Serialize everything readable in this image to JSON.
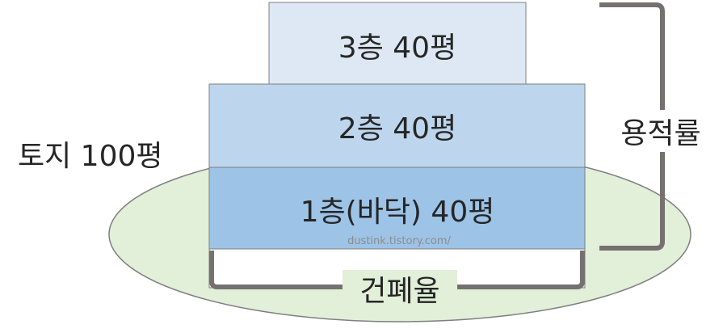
{
  "land": {
    "label": "토지 100평",
    "color": "#e2efd9"
  },
  "floors": [
    {
      "label": "3층 40평",
      "color": "#dde8f4"
    },
    {
      "label": "2층 40평",
      "color": "#bdd6ee"
    },
    {
      "label": "1층(바닥) 40평",
      "color": "#9dc3e6"
    }
  ],
  "floor_area_ratio_label": "용적률",
  "building_coverage_label": "건폐율",
  "watermark": "dustink.tistory.com/",
  "colors": {
    "bracket": "#767171",
    "outline": "#7f7f7f",
    "text": "#262626"
  }
}
